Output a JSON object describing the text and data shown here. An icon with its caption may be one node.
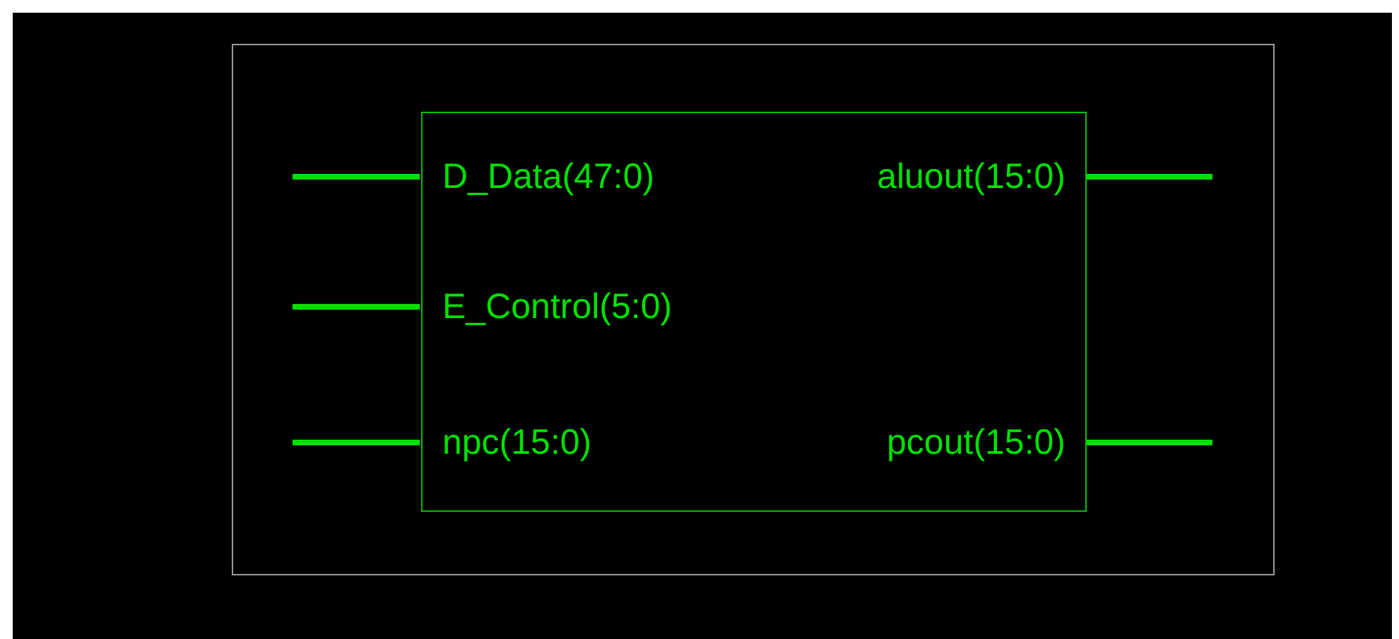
{
  "diagram": {
    "nodes": [
      {
        "text": [],
        "shape": "box"
      },
      {
        "text": [
          "D_Data(47:0)",
          "E_Control(5:0)",
          "npc(15:0)",
          "aluout(15:0)",
          "pcout(15:0)"
        ],
        "in": 0
      }
    ],
    "edges": [
      {
        "from": null,
        "to": 1,
        "arrow": "none"
      },
      {
        "from": null,
        "to": 1,
        "arrow": "none"
      },
      {
        "from": null,
        "to": 1,
        "arrow": "none"
      },
      {
        "from": 1,
        "to": null,
        "arrow": "none"
      },
      {
        "from": 1,
        "to": null,
        "arrow": "none"
      }
    ]
  }
}
